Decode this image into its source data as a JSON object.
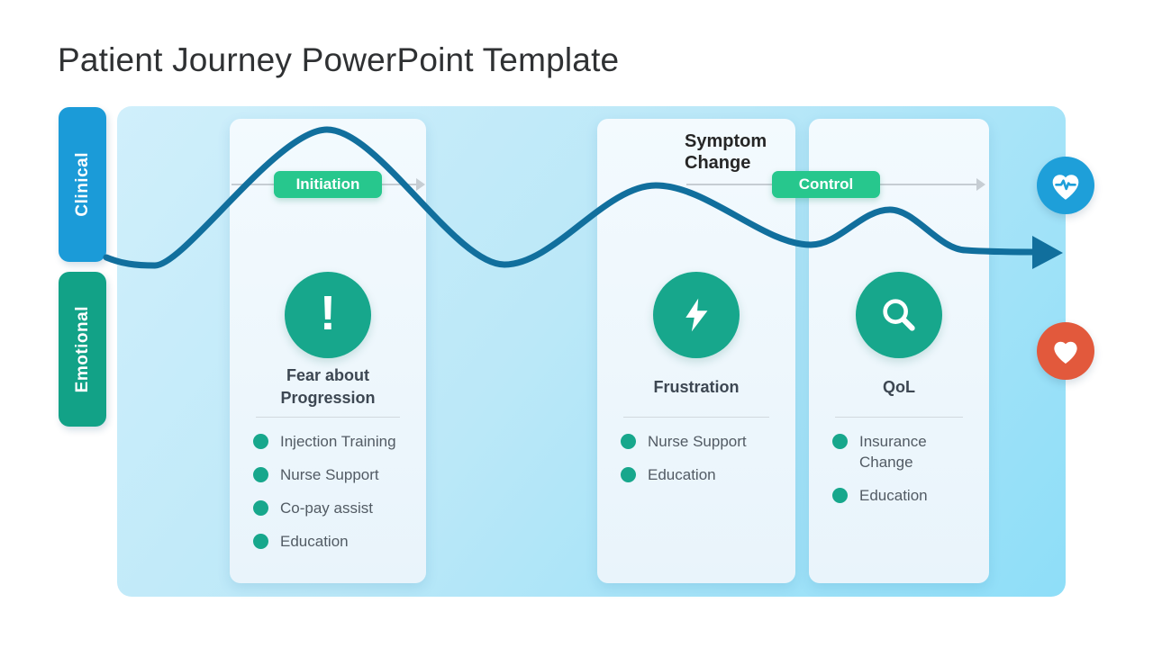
{
  "title": "Patient Journey PowerPoint Template",
  "axis_tabs": [
    {
      "label": "Clinical",
      "color": "#1b9bd8"
    },
    {
      "label": "Emotional",
      "color": "#12a287"
    }
  ],
  "timeline": {
    "badges": [
      {
        "label": "Initiation"
      },
      {
        "label": "Control"
      }
    ],
    "annotation": "Symptom Change",
    "curve_color": "#116f9d",
    "connector_color": "#c6cdd3"
  },
  "cards": [
    {
      "icon": "exclamation-icon",
      "heading": "Fear about Progression",
      "items": [
        "Injection Training",
        "Nurse Support",
        "Co-pay assist",
        "Education"
      ]
    },
    {
      "icon": "lightning-icon",
      "heading": "Frustration",
      "items": [
        "Nurse Support",
        "Education"
      ]
    },
    {
      "icon": "magnifier-icon",
      "heading": "QoL",
      "items": [
        "Insurance Change",
        "Education"
      ]
    }
  ],
  "side_icons": [
    {
      "name": "heart-pulse-icon",
      "color": "#1e9fd9"
    },
    {
      "name": "heart-icon",
      "color": "#e2593c"
    }
  ],
  "colors": {
    "panel_gradient_start": "#d0effb",
    "panel_gradient_end": "#8edef8",
    "card_bg": "#eef7fc",
    "badge_green": "#27c78d",
    "emotion_circle_green": "#17a78c",
    "heading_text": "#3d4752",
    "item_text": "#525b64",
    "title_text": "#2f3133"
  }
}
